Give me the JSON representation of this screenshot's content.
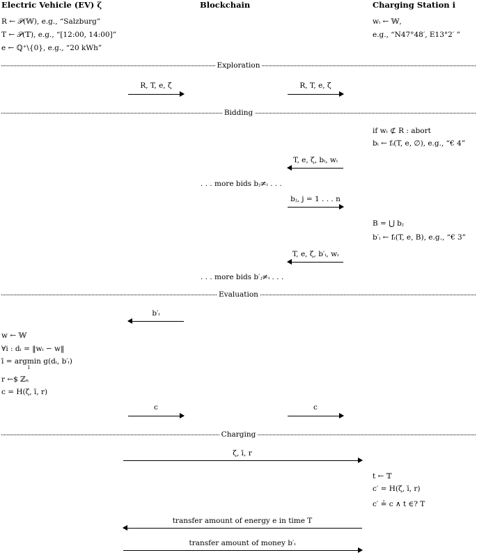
{
  "header": {
    "ev": "Electric Vehicle (EV) ζ",
    "blockchain": "Blockchain",
    "station": "Charging Station i"
  },
  "ev_setup": [
    "R ← 𝒫(𝕎),  e.g., “Salzburg”",
    "T ← 𝒫(𝕋),  e.g., “[12:00, 14:00]”",
    "e ← ℚ⁺\\{0},  e.g., “20 kWh”"
  ],
  "station_setup": [
    "wᵢ ← 𝕎,",
    "e.g., “N47°48′, E13°2′ ”"
  ],
  "phases": {
    "exploration": "Exploration",
    "bidding": "Bidding",
    "evaluation": "Evaluation",
    "charging": "Charging"
  },
  "messages": {
    "explore_1": "R, T, e, ζ",
    "explore_2": "R, T, e, ζ",
    "bid_msg": "T, e, ζ, bᵢ, wᵢ",
    "more_bids_1": ". . . more bids bⱼ≠ᵢ . . .",
    "bids_forward": "bⱼ, j = 1 . . . n",
    "bid_msg_2": "T, e, ζ, b′ᵢ, wᵢ",
    "more_bids_2": ". . . more bids b′ⱼ≠ᵢ . . .",
    "eval_bid": "b′ᵢ",
    "commit_1": "c",
    "commit_2": "c",
    "reveal": "ζ, ī, r",
    "energy": "transfer amount of energy e in time T",
    "money": "transfer amount of money b′ᵢ"
  },
  "station_bidding": [
    "if wᵢ ⊄ R : abort",
    "bᵢ ← fᵢ(T, e, ∅), e.g., “€ 4”"
  ],
  "station_rebid": [
    "B = ⋃ bⱼ",
    "b′ᵢ ← fᵢ(T, e, B), e.g., “€ 3”"
  ],
  "ev_evaluation": [
    "w ← 𝕎",
    "∀i : dᵢ = ‖wᵢ − w‖",
    "ī = argmin g(dᵢ, b′ᵢ)",
    "r ←$ ℤₙ",
    "c = H(ζ, ī, r)"
  ],
  "argmin_sub": "i",
  "station_charging": [
    "t ← 𝕋",
    "c′ = H(ζ, ī, r)",
    "c′ ≟ c ∧ t ∈? T"
  ]
}
